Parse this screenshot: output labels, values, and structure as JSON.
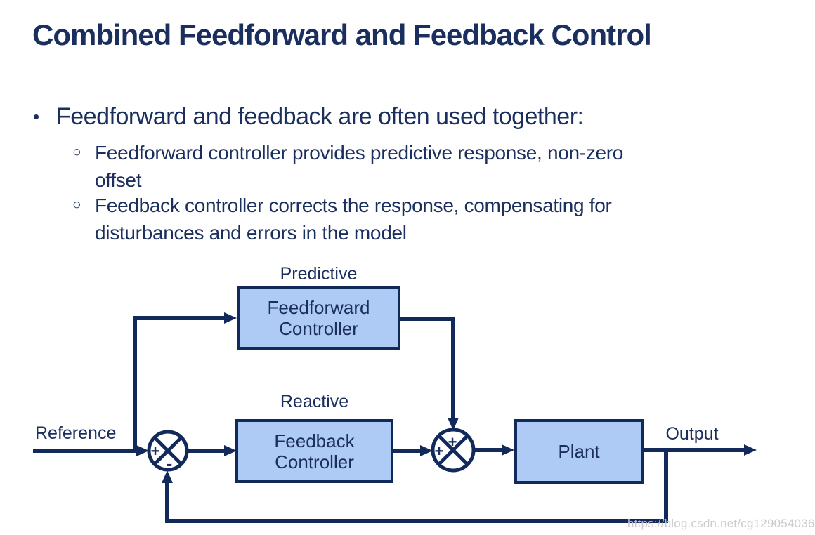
{
  "slide": {
    "title": "Combined Feedforward and Feedback Control",
    "bullet": {
      "marker": "•",
      "text": "Feedforward and feedback are often used together:"
    },
    "sub_bullets": [
      {
        "marker": "○",
        "lines": [
          "Feedforward controller provides predictive response, non-zero",
          "offset"
        ]
      },
      {
        "marker": "○",
        "lines": [
          "Feedback controller corrects the response, compensating for",
          "disturbances and errors in the model"
        ]
      }
    ]
  },
  "diagram": {
    "predictive_label": "Predictive",
    "reactive_label": "Reactive",
    "reference_label": "Reference",
    "output_label": "Output",
    "feedforward_block": "Feedforward Controller",
    "feedback_block": "Feedback Controller",
    "plant_block": "Plant",
    "left_junction": {
      "sign_west": "+",
      "sign_south": "-"
    },
    "right_junction": {
      "sign_west": "+",
      "sign_north": "+"
    }
  },
  "watermark": "https://blog.csdn.net/cg129054036",
  "colors": {
    "text_navy": "#1B2F5E",
    "line_navy": "#12295B",
    "block_fill": "#AECBF5",
    "watermark_gray": "#C9C9C9"
  }
}
